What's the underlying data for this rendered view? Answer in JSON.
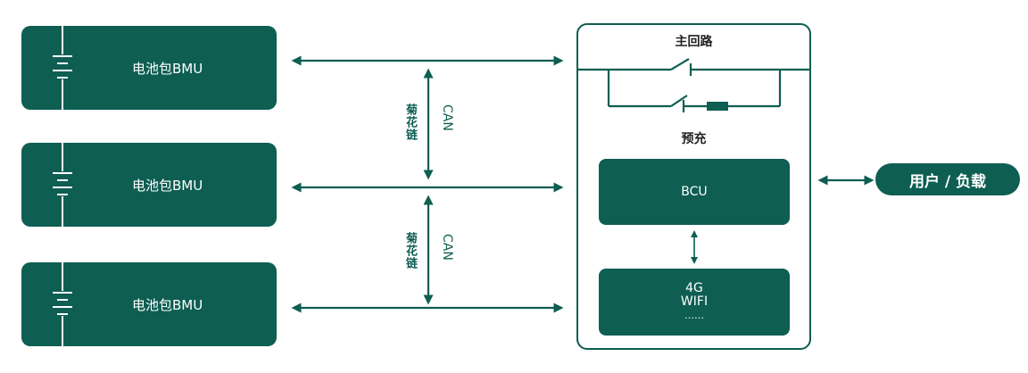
{
  "bmu_units": [
    {
      "label": "电池包BMU"
    },
    {
      "label": "电池包BMU"
    },
    {
      "label": "电池包BMU"
    }
  ],
  "links": [
    {
      "chain_label": "菊花链",
      "protocol": "CAN"
    },
    {
      "chain_label": "菊花链",
      "protocol": "CAN"
    }
  ],
  "controller": {
    "main_circuit_label": "主回路",
    "precharge_label": "预充",
    "bcu_label": "BCU",
    "comm_lines": [
      "4G",
      "WIFI",
      "……"
    ]
  },
  "output": {
    "label": "用户 / 负载"
  },
  "colors": {
    "primary": "#0e5e52",
    "background": "#ffffff",
    "text_dark": "#222222"
  }
}
